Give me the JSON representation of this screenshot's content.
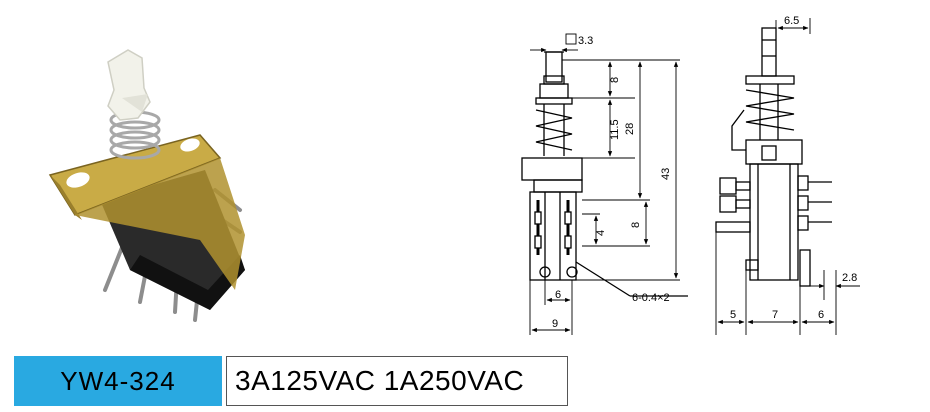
{
  "product": {
    "model": "YW4-324",
    "rating": "3A125VAC 1A250VAC"
  },
  "drawing": {
    "front": {
      "stem_width": "3.3",
      "button_travel": "8",
      "spring_section": "11.5",
      "overall_to_terminal_base": "28",
      "total_height": "43",
      "terminal_span": "8",
      "terminal_gap": "4",
      "pin_pitch": "6",
      "body_width": "9",
      "hole_note": "6-0.4×2"
    },
    "side": {
      "stem_offset": "6.5",
      "pin_pitch": "2.8",
      "bottom_left": "5",
      "bottom_middle": "7",
      "bottom_right": "6"
    }
  },
  "colors": {
    "label_bg": "#29a9e1",
    "bracket": "#b89a3a",
    "body": "#2a2a2a",
    "knob": "#f2f2ea"
  }
}
